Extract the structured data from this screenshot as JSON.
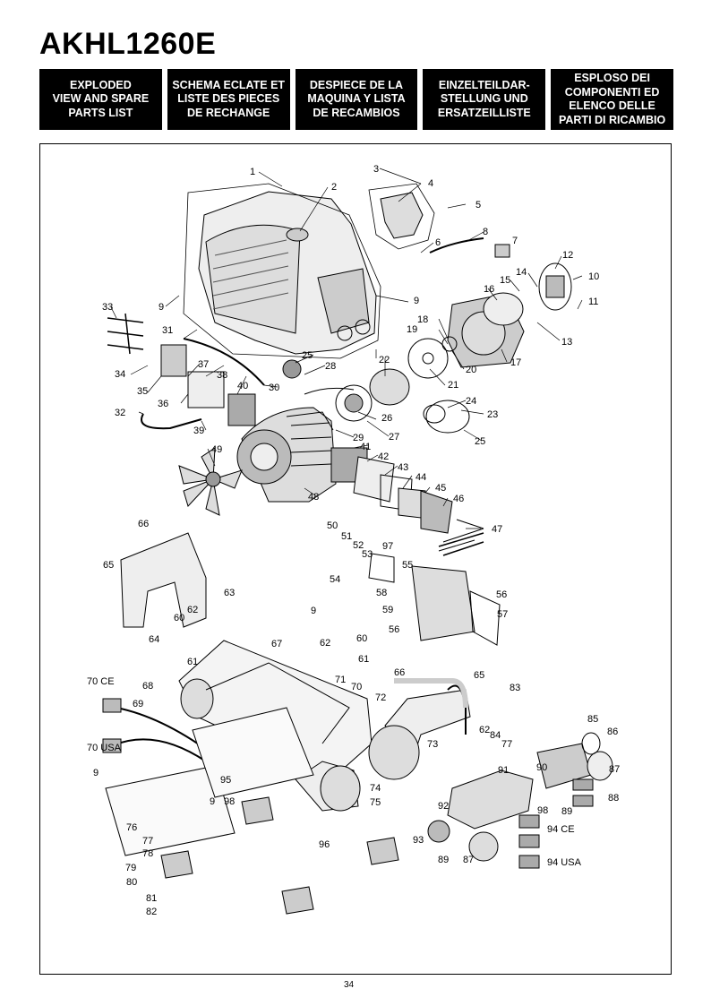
{
  "header": {
    "model": "AKHL1260E",
    "tabs": [
      "EXPLODED\nVIEW AND SPARE\nPARTS LIST",
      "SCHEMA ECLATE ET\nLISTE DES PIECES\nDE RECHANGE",
      "DESPIECE DE LA\nMAQUINA Y LISTA\nDE RECAMBIOS",
      "EINZELTEILDAR-\nSTELLUNG UND\nERSATZEILLISTE",
      "ESPLOSO DEI\nCOMPONENTI ED\nELENCO DELLE\nPARTI DI RICAMBIO"
    ]
  },
  "callouts": {
    "c1": "1",
    "c2": "2",
    "c3": "3",
    "c4": "4",
    "c5": "5",
    "c6": "6",
    "c7": "7",
    "c8": "8",
    "c9a": "9",
    "c9b": "9",
    "c9c": "9",
    "c9d": "9",
    "c9e": "9",
    "c10": "10",
    "c11": "11",
    "c12": "12",
    "c13": "13",
    "c14": "14",
    "c15": "15",
    "c16": "16",
    "c17": "17",
    "c18": "18",
    "c19": "19",
    "c20": "20",
    "c21": "21",
    "c22": "22",
    "c23": "23",
    "c24": "24",
    "c25a": "25",
    "c25b": "25",
    "c26": "26",
    "c27": "27",
    "c28": "28",
    "c29": "29",
    "c30": "30",
    "c31": "31",
    "c32": "32",
    "c33": "33",
    "c34": "34",
    "c35": "35",
    "c36": "36",
    "c37": "37",
    "c38": "38",
    "c39": "39",
    "c40": "40",
    "c41": "41",
    "c42": "42",
    "c43": "43",
    "c44": "44",
    "c45": "45",
    "c46": "46",
    "c47": "47",
    "c48": "48",
    "c49": "49",
    "c50": "50",
    "c51": "51",
    "c52": "52",
    "c53": "53",
    "c54": "54",
    "c55": "55",
    "c56a": "56",
    "c56b": "56",
    "c57": "57",
    "c58": "58",
    "c59": "59",
    "c60a": "60",
    "c60b": "60",
    "c61a": "61",
    "c61b": "61",
    "c62a": "62",
    "c62b": "62",
    "c62c": "62",
    "c63": "63",
    "c64": "64",
    "c65a": "65",
    "c65b": "65",
    "c66a": "66",
    "c66b": "66",
    "c67": "67",
    "c68": "68",
    "c69": "69",
    "c70ce": "70 CE",
    "c70usa": "70 USA",
    "c70": "70",
    "c71": "71",
    "c72": "72",
    "c73": "73",
    "c74": "74",
    "c75": "75",
    "c76": "76",
    "c77a": "77",
    "c77b": "77",
    "c78": "78",
    "c79": "79",
    "c80": "80",
    "c81": "81",
    "c82": "82",
    "c83": "83",
    "c84": "84",
    "c85": "85",
    "c86": "86",
    "c87a": "87",
    "c87b": "87",
    "c88": "88",
    "c89a": "89",
    "c89b": "89",
    "c90": "90",
    "c91": "91",
    "c92": "92",
    "c93": "93",
    "c94ce": "94 CE",
    "c94usa": "94 USA",
    "c95": "95",
    "c96": "96",
    "c97": "97",
    "c98a": "98",
    "c98b": "98"
  },
  "footer": {
    "page": "34"
  }
}
